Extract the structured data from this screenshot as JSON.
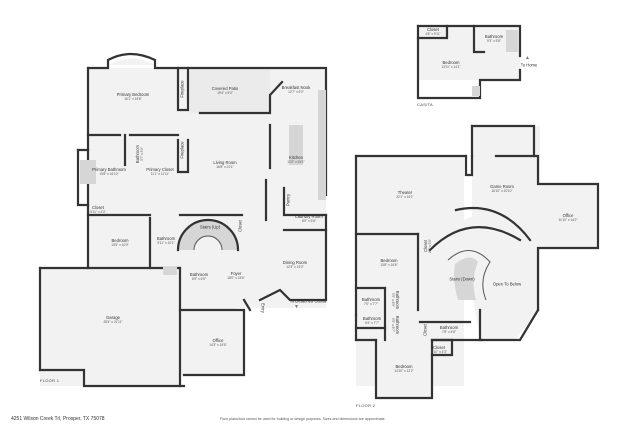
{
  "address": "4251 Wilson Creek Trl, Prosper, TX 75078",
  "disclaimer": "Floor plans/tour cannot be used for building or design purposes. Sizes and dimensions are approximate.",
  "floors": [
    {
      "label": "FLOOR 1",
      "rooms": [
        {
          "name": "Primary Bedroom",
          "dims": "16'1\" x 16'8\""
        },
        {
          "name": "Fireplace",
          "dims": ""
        },
        {
          "name": "Covered Patio",
          "dims": "19'4\" x 9'3\""
        },
        {
          "name": "Breakfast Nook",
          "dims": "12'7\" x 9'0\""
        },
        {
          "name": "Bathroom",
          "dims": "3'7\" x 5'9\""
        },
        {
          "name": "Fireplace",
          "dims": ""
        },
        {
          "name": "Primary Bathroom",
          "dims": "15'8\" x 16'10\""
        },
        {
          "name": "Primary Closet",
          "dims": "11'1\" x 11'11\""
        },
        {
          "name": "Living Room",
          "dims": "16'8\" x 21'1\""
        },
        {
          "name": "Kitchen",
          "dims": "12'2\" x 24'1\""
        },
        {
          "name": "Closet",
          "dims": "5'11\" x 4'3\""
        },
        {
          "name": "Pantry",
          "dims": ""
        },
        {
          "name": "Laundry Room",
          "dims": "8'0\" x 5'8\""
        },
        {
          "name": "Bedroom",
          "dims": "13'5\" x 10'9\""
        },
        {
          "name": "Bathroom",
          "dims": "9'11\" x 10'1\""
        },
        {
          "name": "Stairs (Up)",
          "dims": ""
        },
        {
          "name": "Closet",
          "dims": ""
        },
        {
          "name": "Bathroom",
          "dims": "6'9\" x 6'5\""
        },
        {
          "name": "Foyer",
          "dims": "18'0\" x 15'6\""
        },
        {
          "name": "Dining Room",
          "dims": "12'3\" x 15'0\""
        },
        {
          "name": "Entry",
          "dims": ""
        },
        {
          "name": "Garage",
          "dims": "28'4\" x 21'11\""
        },
        {
          "name": "Office",
          "dims": "14'3\" x 15'5\""
        }
      ],
      "annotations": [
        "To Detached Casita"
      ]
    },
    {
      "label": "CASITA",
      "rooms": [
        {
          "name": "Closet",
          "dims": "4'8\" x 5'11\""
        },
        {
          "name": "Bathroom",
          "dims": "9'3\" x 5'8\""
        },
        {
          "name": "Bedroom",
          "dims": "13'11\" x 14'1\""
        }
      ],
      "annotations": [
        "To Home"
      ]
    },
    {
      "label": "FLOOR 2",
      "rooms": [
        {
          "name": "Theater",
          "dims": "22'1\" x 16'1\""
        },
        {
          "name": "Game Room",
          "dims": "16'10\" x 20'10\""
        },
        {
          "name": "Office",
          "dims": "11'10\" x 14'2\""
        },
        {
          "name": "Closet",
          "dims": "2'5\" x 5'5\""
        },
        {
          "name": "Bedroom",
          "dims": "13'8\" x 16'6\""
        },
        {
          "name": "Stairs (Down)",
          "dims": ""
        },
        {
          "name": "Open To Below",
          "dims": ""
        },
        {
          "name": "Bathroom",
          "dims": "7'0\" x 7'7\""
        },
        {
          "name": "Bathroom",
          "dims": "5'5\" x 6'5\""
        },
        {
          "name": "Bathroom",
          "dims": "5'4\" x 7'7\""
        },
        {
          "name": "Bathroom",
          "dims": "5'5\" x 6'7\""
        },
        {
          "name": "Bathroom",
          "dims": "7'8\" x 4'8\""
        },
        {
          "name": "Closet",
          "dims": ""
        },
        {
          "name": "Closet",
          "dims": "5'10\" x 4'3\""
        },
        {
          "name": "Bedroom",
          "dims": "14'10\" x 12'2\""
        }
      ],
      "annotations": []
    }
  ]
}
